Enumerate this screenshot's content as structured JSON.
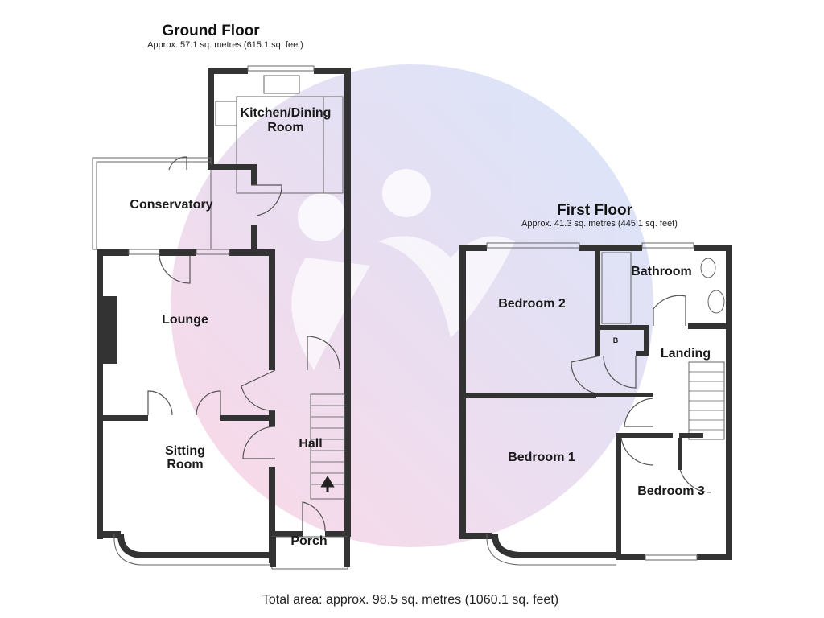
{
  "ground_floor": {
    "title": "Ground Floor",
    "area": "Approx. 57.1 sq. metres (615.1 sq. feet)",
    "rooms": {
      "kitchen_line1": "Kitchen/Dining",
      "kitchen_line2": "Room",
      "conservatory": "Conservatory",
      "lounge": "Lounge",
      "sitting_line1": "Sitting",
      "sitting_line2": "Room",
      "hall": "Hall",
      "porch": "Porch"
    }
  },
  "first_floor": {
    "title": "First Floor",
    "area": "Approx. 41.3 sq. metres (445.1 sq. feet)",
    "rooms": {
      "bathroom": "Bathroom",
      "bedroom2": "Bedroom 2",
      "cupboard": "B",
      "landing": "Landing",
      "bedroom1": "Bedroom 1",
      "bedroom3": "Bedroom 3"
    }
  },
  "total_area": "Total area: approx. 98.5 sq. metres (1060.1 sq. feet)",
  "colors": {
    "wall": "#333333",
    "watermark_pink": "#f4a6c8",
    "watermark_blue": "#a9c4f5"
  }
}
